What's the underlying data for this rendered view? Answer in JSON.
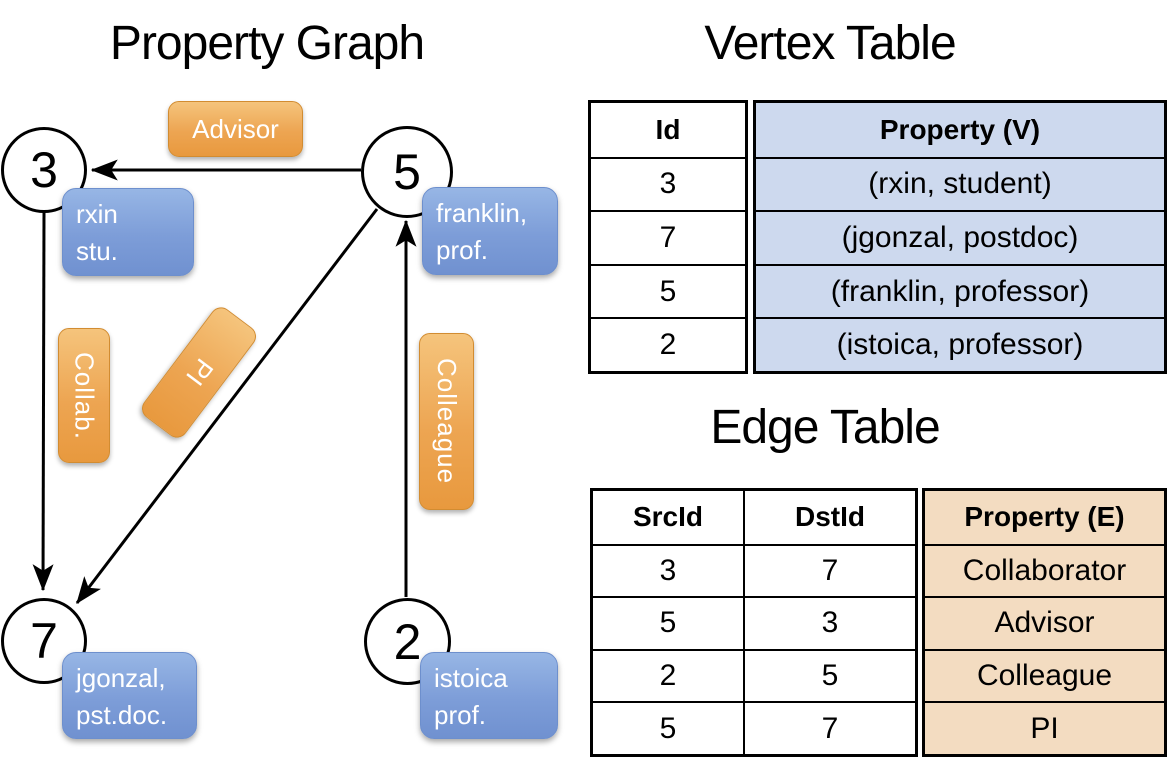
{
  "graph": {
    "title": "Property Graph",
    "nodes": [
      {
        "id": "3",
        "line1": "rxin",
        "line2": "stu."
      },
      {
        "id": "5",
        "line1": "franklin,",
        "line2": "prof."
      },
      {
        "id": "7",
        "line1": "jgonzal,",
        "line2": "pst.doc."
      },
      {
        "id": "2",
        "line1": "istoica",
        "line2": "prof."
      }
    ],
    "edge_labels": {
      "advisor": "Advisor",
      "collab": "Collab.",
      "pi": "PI",
      "colleague": "Colleague"
    }
  },
  "vertex_table": {
    "title": "Vertex Table",
    "headers": {
      "id": "Id",
      "property": "Property (V)"
    },
    "rows": [
      {
        "id": "3",
        "property": "(rxin, student)"
      },
      {
        "id": "7",
        "property": "(jgonzal, postdoc)"
      },
      {
        "id": "5",
        "property": "(franklin, professor)"
      },
      {
        "id": "2",
        "property": "(istoica, professor)"
      }
    ]
  },
  "edge_table": {
    "title": "Edge Table",
    "headers": {
      "src": "SrcId",
      "dst": "DstId",
      "property": "Property (E)"
    },
    "rows": [
      {
        "src": "3",
        "dst": "7",
        "property": "Collaborator"
      },
      {
        "src": "5",
        "dst": "3",
        "property": "Advisor"
      },
      {
        "src": "2",
        "dst": "5",
        "property": "Colleague"
      },
      {
        "src": "5",
        "dst": "7",
        "property": "PI"
      }
    ]
  },
  "colors": {
    "edge_label_top": "#f5c47c",
    "edge_label_bottom": "#e8993e",
    "vertex_card_top": "#97b6e5",
    "vertex_card_bottom": "#7091d0",
    "vertex_table_fill": "#cdd9ee",
    "edge_table_fill": "#f3dcc1",
    "line": "#000000"
  }
}
